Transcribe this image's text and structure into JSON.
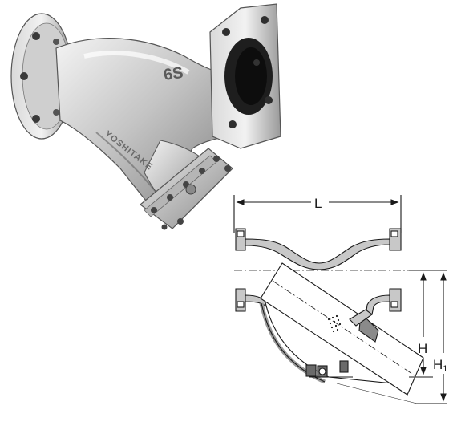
{
  "photo": {
    "body_marking": "6S",
    "logo_text": "YOSHITAKE"
  },
  "drawing": {
    "dimension_L": "L",
    "dimension_H": "H",
    "dimension_H1_main": "H",
    "dimension_H1_sub": "1"
  },
  "colors": {
    "metal_light": "#e8e8e8",
    "metal_mid": "#bdbdbd",
    "metal_dark": "#6e6e6e",
    "section_fill": "#c8c8c8",
    "line": "#1a1a1a"
  }
}
